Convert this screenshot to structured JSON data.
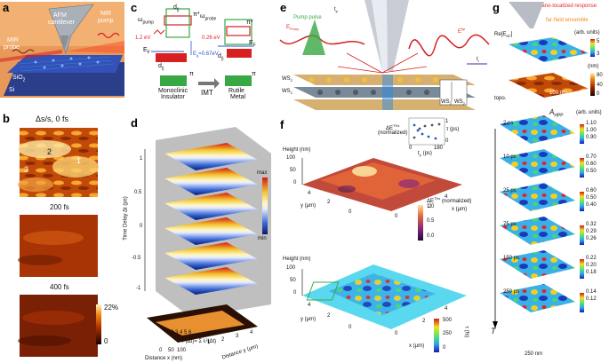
{
  "panels": {
    "a": {
      "label": "a",
      "afm": "AFM\ncantilever",
      "afm1": "AFM",
      "afm2": "cantilever",
      "nir1": "NIR",
      "nir2": "pump",
      "mir1": "MIR",
      "mir2": "probe",
      "sio2": "SiO",
      "sio2_sub": "2",
      "si": "Si"
    },
    "b": {
      "label": "b",
      "title": "Δs/s, 0 fs",
      "r1": "1",
      "r2": "2",
      "r3": "3",
      "t200": "200 fs",
      "t400": "400 fs",
      "scale_max": "22%",
      "scale_min": "0"
    },
    "c": {
      "label": "c",
      "d1": "d",
      "d1_sub": "||",
      "pi_star1": "π*",
      "omega_pump": "ω",
      "omega_pump_sub": "pump",
      "ev1": "1.2 eV",
      "ef1": "E",
      "ef1_sub": "F",
      "ef_gap": "E",
      "ef_gap_sub": "g",
      "ef_gap_val": "=0.67eV",
      "d2": "d",
      "d2_sub": "||",
      "omega_probe": "ω",
      "omega_probe_sub": "probe",
      "ev2": "0.26 eV",
      "pi_star2": "π*",
      "ef2": "E",
      "ef2_sub": "F",
      "d3": "d",
      "d3_sub": "||",
      "pi1": "π",
      "pi2": "π",
      "imt": "IMT",
      "mono1": "Monoclinic",
      "mono2": "Insulator",
      "rut1": "Rutile",
      "rut2": "Metal"
    },
    "d": {
      "label": "d",
      "ylabel": "Time Delay  Δt (ps)",
      "yt1": "1",
      "yt05": "0.5",
      "yt0": "0",
      "yt_05": "-0.5",
      "yt_1": "-1",
      "max": "max",
      "min": "min",
      "xlabel": "Distance x (nm)",
      "ylabel2": "Distance y (μm)",
      "x0": "0",
      "x50": "50",
      "x100": "100",
      "y1": "1",
      "y2": "2",
      "y3": "3",
      "y4": "4",
      "nums": "1  2  3  4  5  6",
      "formula": "Σ",
      "formula_text": "I²(Δt)= Σ Iᵢ²(Δt)",
      "formula_i": "i"
    },
    "e": {
      "label": "e",
      "pump": "Pump pulse",
      "epump": "E",
      "epump_sub": "Pump",
      "tp": "t",
      "tp_sub": "p",
      "ethz": "E",
      "ethz_sup": "tip",
      "ws2a": "WS",
      "ws2a_sub": "2",
      "ws2b": "WS",
      "ws2b_sub": "2",
      "ws2c": "WS",
      "ws2c_sub": "2",
      "ws2d": "WS",
      "ws2d_sub": "2",
      "t": "t",
      "t_sub": "r"
    },
    "f": {
      "label": "f",
      "height1": "Height (nm)",
      "h100": "100",
      "h50": "50",
      "h0": "0",
      "y4": "4",
      "y2": "2",
      "y0": "0",
      "x4": "4",
      "x2": "2",
      "x0": "0",
      "ylab": "y (μm)",
      "xlab": "x (μm)",
      "cb1_max": "1.0",
      "cb1_mid": "0.5",
      "cb1_min": "0.0",
      "cb1_label": "ΔE",
      "cb1_label_sup": "THz",
      "cb1_label2": "(normalized)",
      "inset_y": "ΔE",
      "inset_y_sup": "THz",
      "inset_y2": "(normalized)",
      "inset_r": "τ (ps)",
      "inset_x1": "0",
      "inset_x2": "180",
      "inset_xl": "t",
      "inset_xl_sub": "p",
      "inset_xl2": "(ps)",
      "inset_yt1": "1",
      "inset_yt0": "0",
      "height2": "Height (nm)",
      "h2_100": "100",
      "h2_50": "50",
      "h2_0": "0",
      "y2_4": "4",
      "y2_2": "2",
      "y2_0": "0",
      "x2_4": "4",
      "x2_2": "2",
      "x2_0": "0",
      "ylab2": "y (μm)",
      "xlab2": "x (μm)",
      "cb2_500": "500",
      "cb2_250": "250",
      "cb2_0": "0",
      "cb2_label": "τ (fs)"
    },
    "g": {
      "label": "g",
      "nano": "nano-localized response",
      "far": "far-field ensemble",
      "re": "Re[",
      "re_e": "E",
      "re_sub": "NF",
      "re_end": "]",
      "au": "(arb. units)",
      "topo": "topo.",
      "nm": "(nm)",
      "s5": "5",
      "s3": "3",
      "n80": "80",
      "n40": "40",
      "n0": "0",
      "s100": "100 nm",
      "ahpp": "A",
      "ahpp_sub": "HPP",
      "au2": "(arb. units)",
      "T": "T",
      "scale": "250 nm",
      "frames": [
        {
          "time": "2 ps",
          "c1": "1.10",
          "c2": "1.00",
          "c3": "0.90"
        },
        {
          "time": "10 ps",
          "c1": "0.70",
          "c2": "0.60",
          "c3": "0.50"
        },
        {
          "time": "25 ps",
          "c1": "0.60",
          "c2": "0.50",
          "c3": "0.40"
        },
        {
          "time": "75 ps",
          "c1": "0.32",
          "c2": "0.29",
          "c3": "0.26"
        },
        {
          "time": "150 ps",
          "c1": "0.22",
          "c2": "0.20",
          "c3": "0.18"
        },
        {
          "time": "250 ps",
          "c1": "0.14",
          "c2": "0.12",
          "c3": ""
        }
      ]
    }
  },
  "colors": {
    "red": "#e8202a",
    "blue": "#2a57c8",
    "green": "#38a844",
    "orange": "#f08a1c"
  }
}
